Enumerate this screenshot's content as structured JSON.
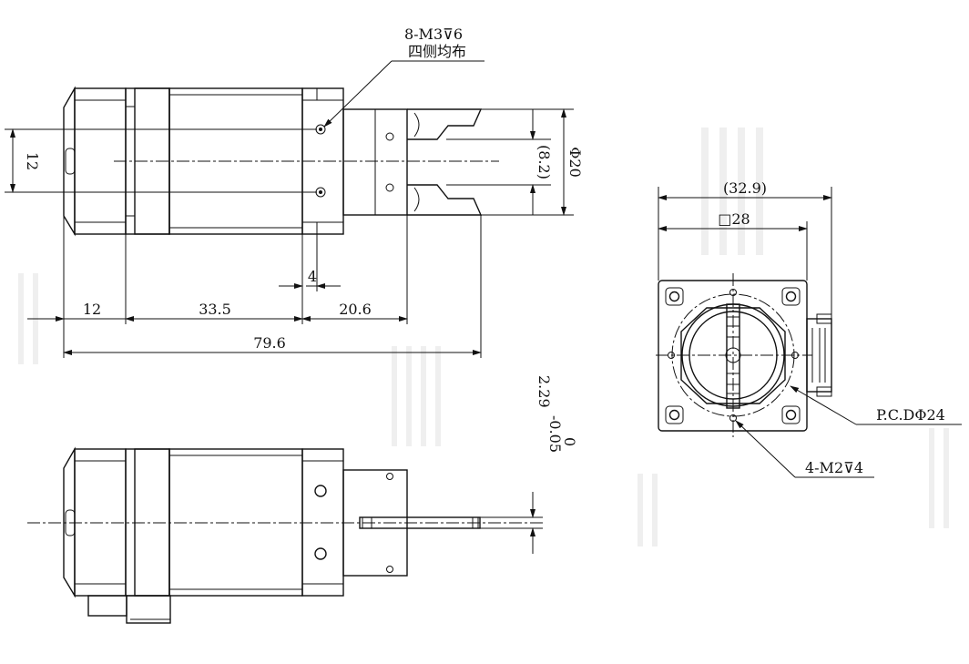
{
  "annotations": {
    "thread_top": "8-M3⊽6",
    "thread_top_note": "四侧均布",
    "pcd": "P.C.DΦ24",
    "thread_front": "4-M2⊽4"
  },
  "dimensions": {
    "d12_vertical": "12",
    "d8_2": "(8.2)",
    "d_phi20": "Φ20",
    "d4": "4",
    "d12": "12",
    "d33_5": "33.5",
    "d20_6": "20.6",
    "d79_6": "79.6",
    "d32_9": "(32.9)",
    "d28": "□28",
    "tol_nominal": "2.29",
    "tol_upper": "0",
    "tol_lower": "-0.05"
  }
}
